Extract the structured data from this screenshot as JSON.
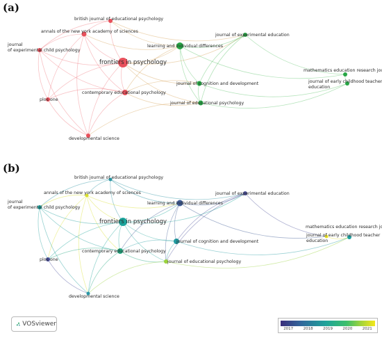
{
  "panel_a": {
    "label": "(a)",
    "nodes": [
      {
        "id": "bjep",
        "label": "british journal of educational psychology",
        "color": "#e8505b",
        "size": 3
      },
      {
        "id": "anyas",
        "label": "annals of the new york academy of sciences",
        "color": "#e8505b",
        "size": 3.5
      },
      {
        "id": "jecp",
        "label": "journal\nof experimental child psychology",
        "color": "#e8505b",
        "size": 3
      },
      {
        "id": "fip",
        "label": "frontiers in psychology",
        "color": "#e8505b",
        "size": 7
      },
      {
        "id": "lid",
        "label": "learning and individual differences",
        "color": "#27a645",
        "size": 5
      },
      {
        "id": "jee",
        "label": "journal of experimental education",
        "color": "#27a645",
        "size": 3
      },
      {
        "id": "merj",
        "label": "mathematics education research journal",
        "color": "#27a645",
        "size": 3
      },
      {
        "id": "jecte",
        "label": "journal of early childhood teacher\neducation",
        "color": "#27a645",
        "size": 3
      },
      {
        "id": "jcd",
        "label": "journal of cognition and development",
        "color": "#27a645",
        "size": 3.5
      },
      {
        "id": "cep",
        "label": "contemporary educational psychology",
        "color": "#e8505b",
        "size": 4
      },
      {
        "id": "plos",
        "label": "plos one",
        "color": "#e8505b",
        "size": 3
      },
      {
        "id": "jep",
        "label": "journal of educational psychology",
        "color": "#27a645",
        "size": 3.5
      },
      {
        "id": "ds",
        "label": "developmental science",
        "color": "#e8505b",
        "size": 3
      }
    ]
  },
  "panel_b": {
    "label": "(b)",
    "nodes": [
      {
        "id": "bjep",
        "label": "british journal of educational psychology",
        "color": "#2a93a1",
        "size": 2.5
      },
      {
        "id": "anyas",
        "label": "annals of the new york academy of sciences",
        "color": "#d9df2a",
        "size": 2.5
      },
      {
        "id": "jecp",
        "label": "journal\nof experimental child psychology",
        "color": "#1e9e9b",
        "size": 3
      },
      {
        "id": "fip",
        "label": "frontiers in psychology",
        "color": "#1aa39a",
        "size": 6
      },
      {
        "id": "lid",
        "label": "learning and individual differences",
        "color": "#3d5b95",
        "size": 4.5
      },
      {
        "id": "jee",
        "label": "journal of experimental education",
        "color": "#4b4f9a",
        "size": 3
      },
      {
        "id": "merj",
        "label": "mathematics education research journal",
        "color": "#e6df27",
        "size": 2.5
      },
      {
        "id": "jecte",
        "label": "journal of early childhood teacher\neducation",
        "color": "#1c9fa0",
        "size": 3
      },
      {
        "id": "jcd",
        "label": "journal of cognition and development",
        "color": "#1f9aa0",
        "size": 4
      },
      {
        "id": "cep",
        "label": "contemporary educational psychology",
        "color": "#21a77f",
        "size": 4
      },
      {
        "id": "plos",
        "label": "plos one",
        "color": "#4a4f9d",
        "size": 3
      },
      {
        "id": "jep",
        "label": "journal of educational psychology",
        "color": "#9ad23c",
        "size": 3
      },
      {
        "id": "ds",
        "label": "developmental science",
        "color": "#2a96a6",
        "size": 2.5
      }
    ]
  },
  "legend": {
    "label": "VOSviewer"
  },
  "colorbar": {
    "ticks": [
      "2017",
      "2018",
      "2019",
      "2020",
      "2021"
    ]
  }
}
